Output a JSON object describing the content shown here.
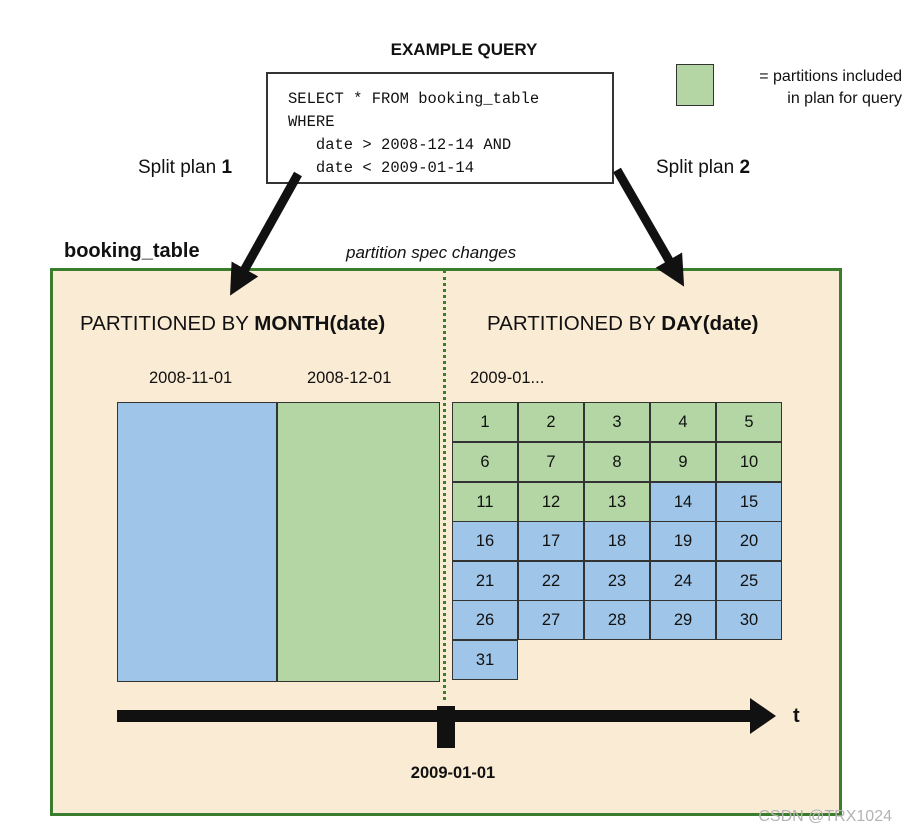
{
  "query": {
    "title": "EXAMPLE QUERY",
    "lines": [
      "SELECT * FROM booking_table",
      "WHERE",
      "   date > 2008-12-14 AND",
      "   date < 2009-01-14"
    ]
  },
  "legend": {
    "text": "= partitions included\nin plan for query",
    "included_color": "#b3d6a4",
    "excluded_color": "#9fc5e8"
  },
  "split_plan_1": {
    "text": "Split plan ",
    "number": "1"
  },
  "split_plan_2": {
    "text": "Split plan ",
    "number": "2"
  },
  "table_name": "booking_table",
  "spec_change_label": "partition spec changes",
  "left_section": {
    "heading_prefix": "PARTITIONED BY ",
    "heading_bold": "MONTH(date)",
    "months": [
      {
        "label": "2008-11-01",
        "included": false
      },
      {
        "label": "2008-12-01",
        "included": true
      }
    ]
  },
  "right_section": {
    "heading_prefix": "PARTITIONED BY ",
    "heading_bold": "DAY(date)",
    "month_label": "2009-01...",
    "days": [
      {
        "label": "1",
        "included": true
      },
      {
        "label": "2",
        "included": true
      },
      {
        "label": "3",
        "included": true
      },
      {
        "label": "4",
        "included": true
      },
      {
        "label": "5",
        "included": true
      },
      {
        "label": "6",
        "included": true
      },
      {
        "label": "7",
        "included": true
      },
      {
        "label": "8",
        "included": true
      },
      {
        "label": "9",
        "included": true
      },
      {
        "label": "10",
        "included": true
      },
      {
        "label": "11",
        "included": true
      },
      {
        "label": "12",
        "included": true
      },
      {
        "label": "13",
        "included": true
      },
      {
        "label": "14",
        "included": false
      },
      {
        "label": "15",
        "included": false
      },
      {
        "label": "16",
        "included": false
      },
      {
        "label": "17",
        "included": false
      },
      {
        "label": "18",
        "included": false
      },
      {
        "label": "19",
        "included": false
      },
      {
        "label": "20",
        "included": false
      },
      {
        "label": "21",
        "included": false
      },
      {
        "label": "22",
        "included": false
      },
      {
        "label": "23",
        "included": false
      },
      {
        "label": "24",
        "included": false
      },
      {
        "label": "25",
        "included": false
      },
      {
        "label": "26",
        "included": false
      },
      {
        "label": "27",
        "included": false
      },
      {
        "label": "28",
        "included": false
      },
      {
        "label": "29",
        "included": false
      },
      {
        "label": "30",
        "included": false
      },
      {
        "label": "31",
        "included": false
      }
    ]
  },
  "timeline": {
    "axis_label": "t",
    "marker_label": "2009-01-01"
  },
  "watermark": "CSDN @TRX1024"
}
